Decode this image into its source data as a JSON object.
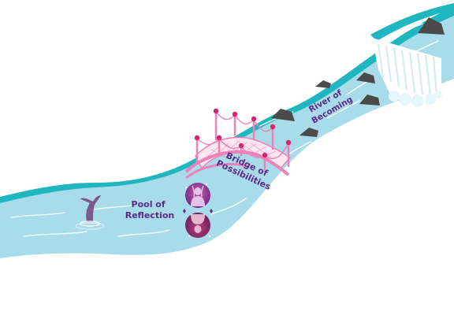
{
  "labels": {
    "pool": [
      "Pool of",
      "Reflection"
    ],
    "bridge": [
      "Bridge of",
      "Possibilities"
    ],
    "river": [
      "River of",
      "Becoming"
    ]
  },
  "colors": {
    "water": "#a9dceb",
    "water_edge": "#1fb6bf",
    "wave_line": "#ffffff",
    "rock": "#4a4a4a",
    "bridge": "#ee82b7",
    "post_cap": "#d6246e",
    "label": "#5b2a86",
    "mirror_top": "#7b2d8e",
    "mirror_bottom": "#7a1f5e",
    "mermaid_tail": "#7a5a8a"
  },
  "icons": {
    "pool_mirror": "mirror-reflection-icon",
    "mermaid": "mermaid-tail-icon",
    "waterfall": "waterfall-icon",
    "sparkle": "sparkle-icon"
  }
}
